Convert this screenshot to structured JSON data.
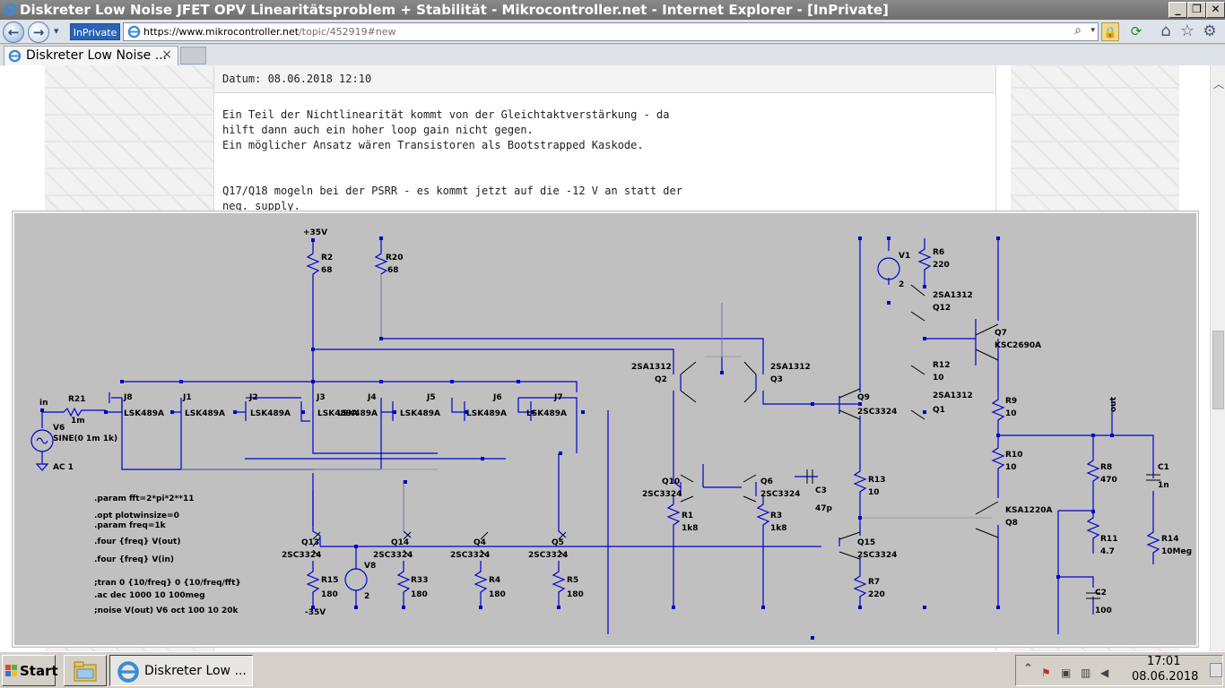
{
  "window": {
    "title": "Diskreter Low Noise JFET OPV Linearitätsproblem + Stabilität - Mikrocontroller.net - Internet Explorer - [InPrivate]",
    "minimize": "_",
    "restore": "❐",
    "close": "✕"
  },
  "navbar": {
    "back": "←",
    "forward": "→",
    "dropdown": "▾",
    "inprivate_label": "InPrivate",
    "url_host": "https://www.mikrocontroller.net",
    "url_path": "/topic/452919#new",
    "search": "⌕",
    "lock": "🔒",
    "refresh": "⟳",
    "home": "⌂",
    "favorites": "☆",
    "tools": "⚙"
  },
  "tabs": [
    {
      "label": "Diskreter Low Noise ...",
      "close": "×"
    }
  ],
  "post": {
    "datum": "Datum: 08.06.2018 12:10",
    "lines": [
      "Ein Teil der Nichtlinearität kommt von der Gleichtaktverstärkung - da",
      "hilft dann auch ein hoher loop gain nicht gegen.",
      "Ein möglicher Ansatz wären Transistoren als Bootstrapped Kaskode.",
      "Q17/Q18 mogeln bei der PSRR - es kommt jetzt auf die -12 V an statt der",
      "neg. supply."
    ]
  },
  "schematic": {
    "labels": {
      "p35": "+35V",
      "m35": "-35V",
      "r2": "R2",
      "r2v": "68",
      "r20": "R20",
      "r20v": "68",
      "r21": "R21",
      "r21v": "1m",
      "in": "in",
      "v6": "V6",
      "v6v": "SINE(0 1m 1k)",
      "v6ac": "AC 1",
      "j8": "J8",
      "j1": "J1",
      "j2": "J2",
      "j3": "J3",
      "j4": "J4",
      "j5": "J5",
      "j6": "J6",
      "j7": "J7",
      "lsk": "LSK489A",
      "lsk_overlap": "LSK489A",
      "q2t": "2SA1312",
      "q2": "Q2",
      "q3t": "2SA1312",
      "q3": "Q3",
      "q9": "Q9",
      "q9t": "2SC3324",
      "q10": "Q10",
      "q10t": "2SC3324",
      "q6": "Q6",
      "q6t": "2SC3324",
      "r1": "R1",
      "r1v": "1k8",
      "r3": "R3",
      "r3v": "1k8",
      "c3": "C3",
      "c3v": "47p",
      "r13": "R13",
      "r13v": "10",
      "q15": "Q15",
      "q15t": "2SC3324",
      "r7": "R7",
      "r7v": "220",
      "v1": "V1",
      "v1v": "2",
      "r6": "R6",
      "r6v": "220",
      "q12t": "2SA1312",
      "q12": "Q12",
      "r12": "R12",
      "r12v": "10",
      "q1t": "2SA1312",
      "q1": "Q1",
      "q7": "Q7",
      "q7t": "KSC2690A",
      "r9": "R9",
      "r9v": "10",
      "r10": "R10",
      "r10v": "10",
      "out": "out",
      "q8t": "KSA1220A",
      "q8": "Q8",
      "r8": "R8",
      "r8v": "470",
      "r11": "R11",
      "r11v": "4.7",
      "c1": "C1",
      "c1v": "1n",
      "r14": "R14",
      "r14v": "10Meg",
      "c2": "C2",
      "c2v": "100",
      "q13": "Q13",
      "q13t": "2SC3324",
      "q14": "Q14",
      "q14t": "2SC3324",
      "q4": "Q4",
      "q4t": "2SC3324",
      "q5": "Q5",
      "q5t": "2SC3324",
      "r15": "R15",
      "r15v": "180",
      "v8": "V8",
      "v8v": "2",
      "r33": "R33",
      "r33v": "180",
      "r4": "R4",
      "r4v": "180",
      "r5": "R5",
      "r5v": "180"
    },
    "directives": [
      ".param fft=2*pi*2**11",
      ".opt plotwinsize=0",
      ".param freq=1k",
      ".four {freq} V(out)",
      ".four {freq} V(in)",
      ";tran 0 {10/freq} 0 {10/freq/fft}",
      ".ac dec 1000 10 100meg",
      ";noise V(out) V6 oct 100 10 20k"
    ]
  },
  "taskbar": {
    "start": "Start",
    "ie_task": "Diskreter Low ...",
    "tray_up": "⌃",
    "time": "17:01",
    "date": "08.06.2018"
  },
  "colors": {
    "wire": "#0000cc",
    "schem_bg": "#c0c0c0",
    "titlebar": "#7a7a7a",
    "inprivate": "#2a64b6"
  }
}
